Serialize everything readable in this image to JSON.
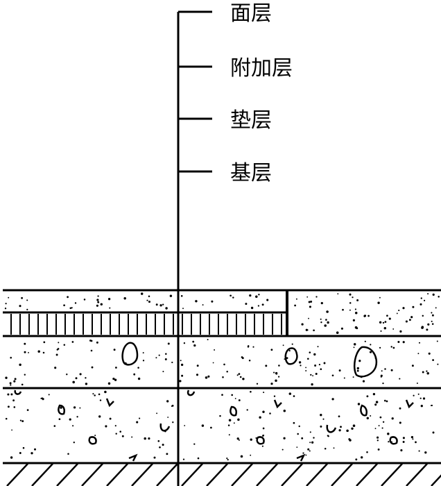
{
  "diagram": {
    "labels": [
      {
        "id": "surface",
        "text": "面层"
      },
      {
        "id": "additional",
        "text": "附加层"
      },
      {
        "id": "cushion",
        "text": "垫层"
      },
      {
        "id": "base",
        "text": "基层"
      }
    ],
    "colors": {
      "ink": "#000000",
      "background": "#ffffff"
    }
  }
}
